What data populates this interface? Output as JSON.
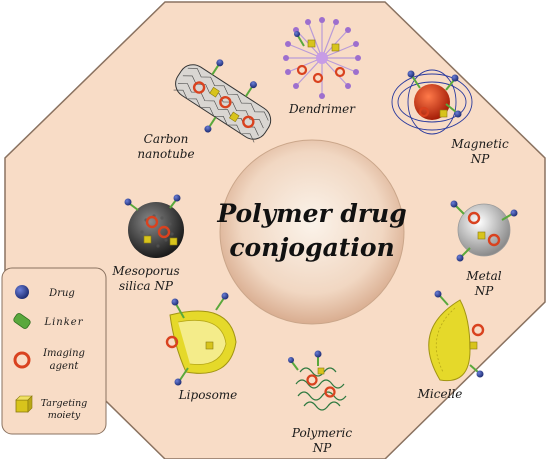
{
  "center": {
    "line1": "Polymer drug",
    "line2": "conjogation"
  },
  "carriers": [
    {
      "id": "dendrimer",
      "lines": [
        "Dendrimer"
      ]
    },
    {
      "id": "magnetic",
      "lines": [
        "Magnetic",
        "NP"
      ]
    },
    {
      "id": "metal",
      "lines": [
        "Metal",
        "NP"
      ]
    },
    {
      "id": "micelle",
      "lines": [
        "Micelle"
      ]
    },
    {
      "id": "polymeric",
      "lines": [
        "Polymeric",
        "NP"
      ]
    },
    {
      "id": "liposome",
      "lines": [
        "Liposome"
      ]
    },
    {
      "id": "mesoporous",
      "lines": [
        "Mesoporus",
        "silica NP"
      ]
    },
    {
      "id": "carbon",
      "lines": [
        "Carbon",
        "nanotube"
      ]
    }
  ],
  "legend": [
    {
      "id": "drug",
      "lines": [
        "Drug"
      ]
    },
    {
      "id": "linker",
      "lines": [
        "Linker"
      ]
    },
    {
      "id": "imaging",
      "lines": [
        "Imaging",
        "agent"
      ]
    },
    {
      "id": "targeting",
      "lines": [
        "Targeting",
        "moiety"
      ]
    }
  ],
  "colors": {
    "octagon_fill": "#f8dcc6",
    "octagon_stroke": "#8a7260",
    "drug": "#283a8c",
    "linker": "#5aa83c",
    "imaging": "#d9421f",
    "targeting": "#d8c41c",
    "legend_fill": "#f8dcc6"
  }
}
